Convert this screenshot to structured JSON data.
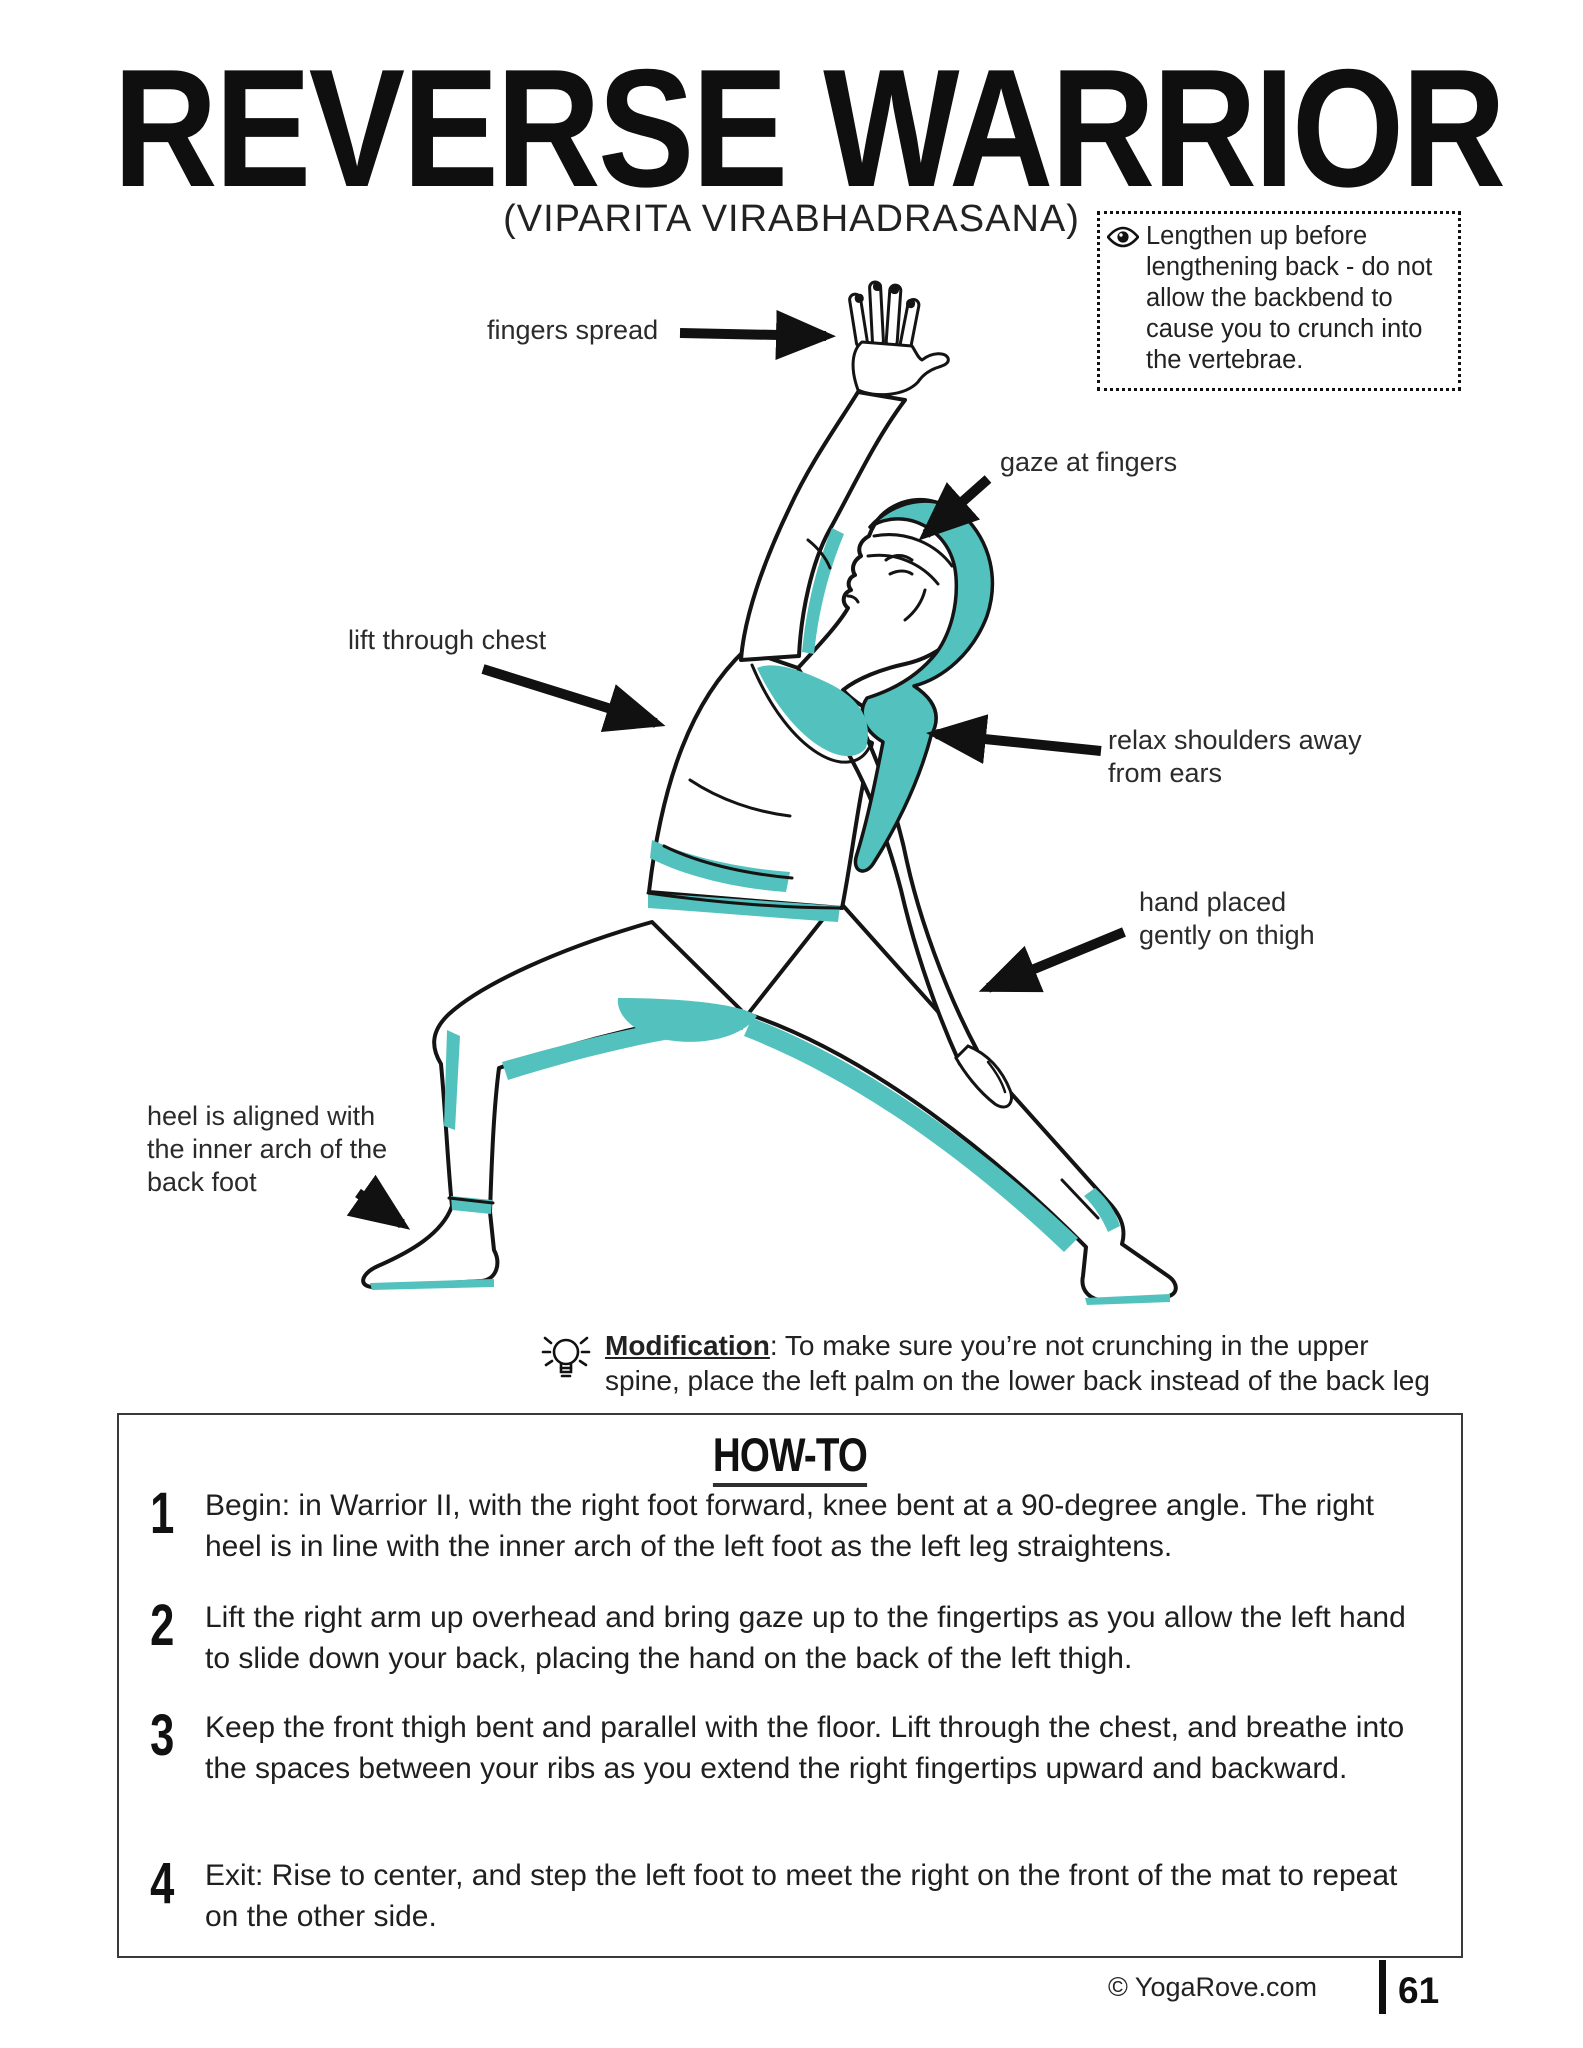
{
  "page": {
    "title": "REVERSE WARRIOR",
    "subtitle": "(VIPARITA VIRABHADRASANA)",
    "footer": {
      "copyright": "© YogaRove.com",
      "page_number": "61"
    }
  },
  "tip_box": {
    "icon": "eye-icon",
    "text": "Lengthen up before lengthening back - do not allow the backbend to cause you to crunch into the vertebrae."
  },
  "annotations": [
    {
      "label": "fingers spread"
    },
    {
      "label": "gaze at fingers"
    },
    {
      "label": "lift through chest"
    },
    {
      "label": "relax shoulders away from ears"
    },
    {
      "label": "hand placed gently on thigh"
    },
    {
      "label": "heel is aligned with the inner arch of the back foot"
    }
  ],
  "modification": {
    "icon": "lightbulb-icon",
    "label": "Modification",
    "text": ": To make sure you’re not crunching in the upper spine, place the left palm on the lower back instead of the back leg"
  },
  "how_to": {
    "title": "HOW-TO",
    "steps": [
      {
        "num": "1",
        "text": "Begin: in Warrior II, with the right foot forward, knee bent at a 90-degree angle. The right heel is in line with the inner arch of the left foot as the left leg straightens."
      },
      {
        "num": "2",
        "text": "Lift the right arm up overhead and bring gaze up to the fingertips as you allow the left hand to slide down your back, placing the hand on the back of the left thigh."
      },
      {
        "num": "3",
        "text": "Keep the front thigh bent and parallel with the floor. Lift through the chest, and breathe into the spaces between your ribs as you extend the right fingertips upward and backward."
      },
      {
        "num": "4",
        "text": "Exit: Rise to center, and step the left foot to meet the right on the front of the mat to repeat on the other side."
      }
    ]
  },
  "colors": {
    "accent": "#53c2be",
    "ink": "#141414"
  }
}
